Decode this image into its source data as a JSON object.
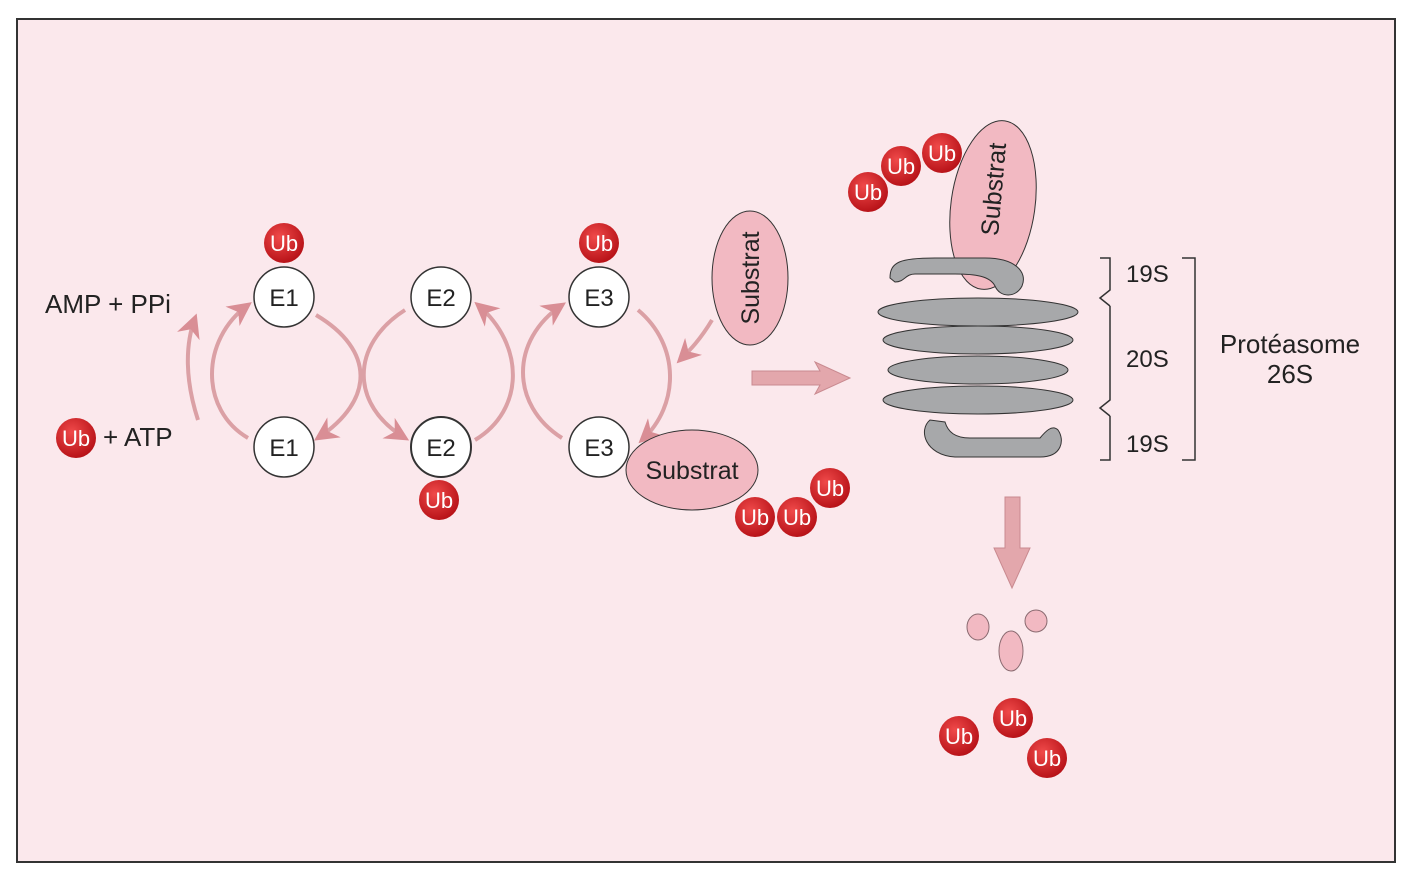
{
  "labels": {
    "amp_ppi": "AMP + PPi",
    "atp": "+ ATP",
    "e1": "E1",
    "e2": "E2",
    "e3": "E3",
    "substrat": "Substrat",
    "ub": "Ub",
    "s19": "19S",
    "s20": "20S",
    "proteasome_line1": "Protéasome",
    "proteasome_line2": "26S"
  },
  "colors": {
    "background": "#fbe8ec",
    "ub_fill": "#d8191f",
    "substrate_fill": "#f2b9c2",
    "arrow": "#dc9a9f",
    "proteasome": "#a7a8aa",
    "frame": "#333333"
  }
}
